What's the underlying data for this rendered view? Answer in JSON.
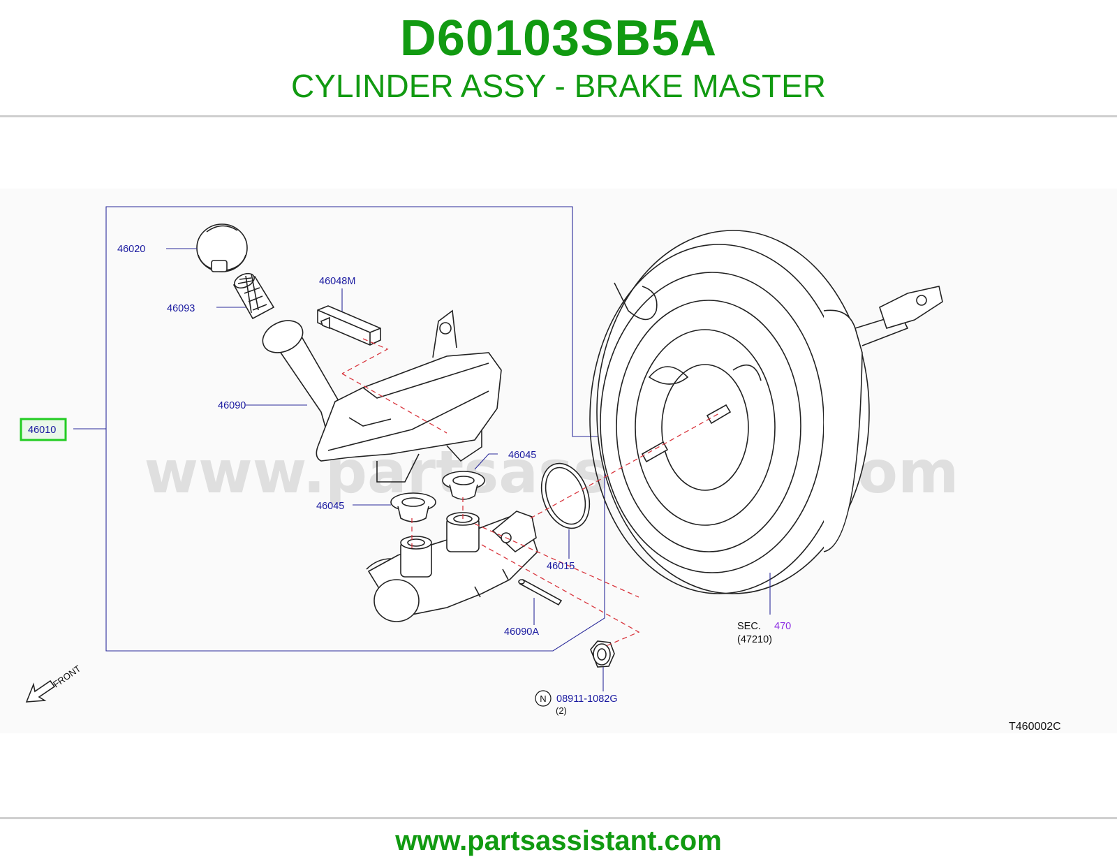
{
  "header": {
    "part_number": "D60103SB5A",
    "description": "CYLINDER ASSY - BRAKE MASTER"
  },
  "diagram": {
    "watermark": "www.partsassistant.com",
    "callouts": {
      "c46020": "46020",
      "c46093": "46093",
      "c46048m": "46048M",
      "c46090": "46090",
      "c46010": "46010",
      "c46045_upper": "46045",
      "c46045_lower": "46045",
      "c46015": "46015",
      "c46090a": "46090A",
      "c08911": "08911-1082G",
      "c08911_qty": "(2)",
      "n_mark": "N",
      "sec_label": "SEC.",
      "sec_link": "470",
      "sec_part": "(47210)"
    },
    "front_label": "FRONT",
    "figure_code": "T460002C",
    "highlight_color": "#22cc22"
  },
  "footer": {
    "url": "www.partsassistant.com"
  },
  "colors": {
    "brand_green": "#119a11",
    "callout_blue": "#1a1aa0",
    "sec_link_purple": "#8a2be2",
    "dashed_red": "#d9363e"
  }
}
